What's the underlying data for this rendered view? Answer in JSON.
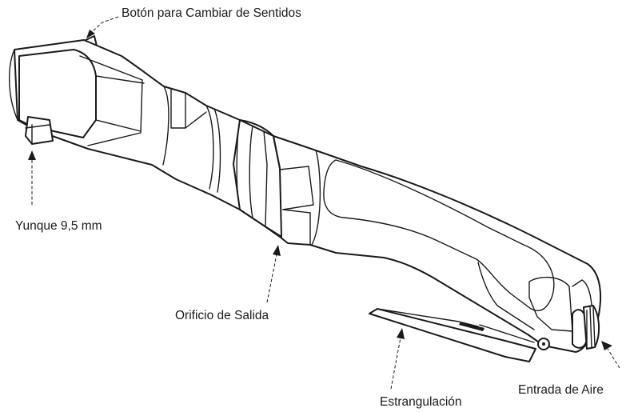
{
  "labels": {
    "reverse_button": "Botón para Cambiar de Sentidos",
    "anvil": "Yunque 9,5 mm",
    "exhaust_port": "Orificio de Salida",
    "throttle": "Estrangulación",
    "air_inlet": "Entrada de Aire"
  },
  "colors": {
    "ink": "#1a1a1a",
    "background": "#ffffff"
  }
}
